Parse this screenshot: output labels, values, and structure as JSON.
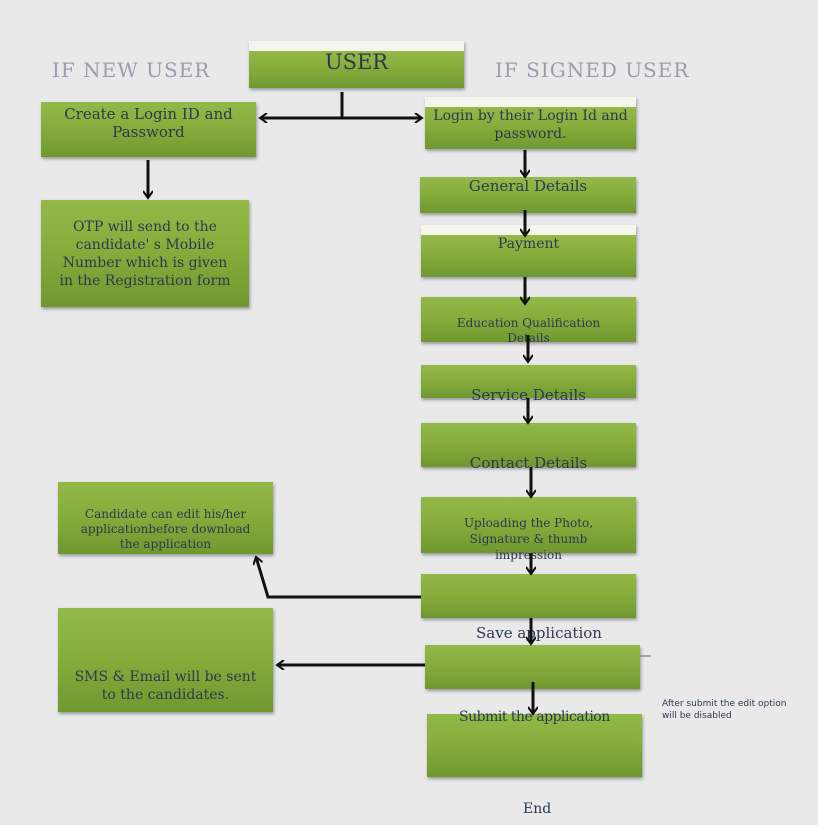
{
  "headings": {
    "new_user": "IF NEW USER",
    "signed_user": "IF SIGNED  USER"
  },
  "nodes": {
    "user": "USER",
    "create_login": "Create a Login ID and Password",
    "otp": "OTP will send to the candidate' s Mobile Number which is given in the Registration form",
    "login": "Login by their Login Id and password.",
    "general": "General Details",
    "payment": "Payment",
    "education": "Education Qualification Details",
    "service": "Service Details",
    "contact": "Contact  Details",
    "uploading": "Uploading the Photo, Signature & thumb impression",
    "save": "Save application",
    "submit": "Submit the application",
    "edit": "Candidate  can  edit his/her applicationbefore download    the  application",
    "sms": "SMS & Email will be sent to the candidates.",
    "end": "End"
  },
  "note": "After submit the edit option will be disabled",
  "colors": {
    "box": "#86ae3c",
    "background": "#e9e9ea",
    "arrow": "#111111"
  }
}
